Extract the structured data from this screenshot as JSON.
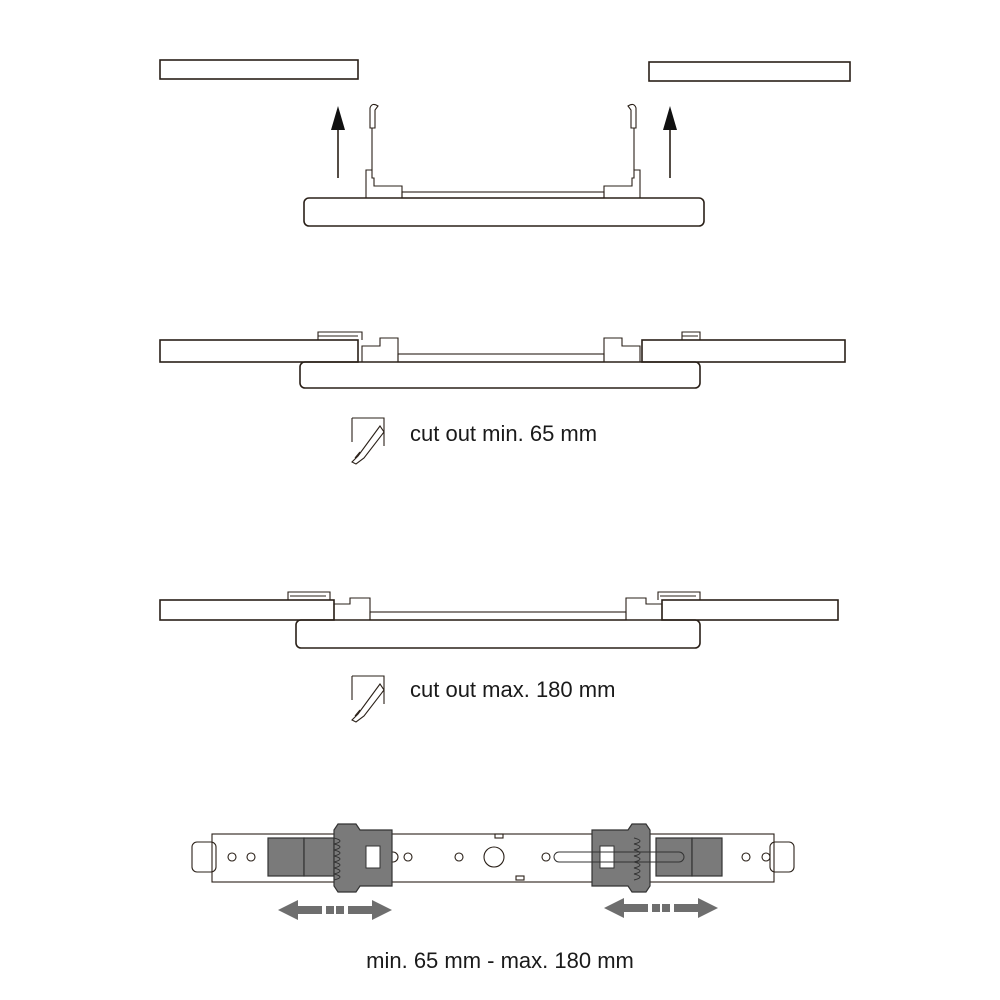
{
  "labels": {
    "step2_caption": "cut out min. 65 mm",
    "step3_caption": "cut out max. 180 mm",
    "step4_caption": "min. 65 mm - max. 180 mm"
  },
  "icons": [
    "saw-cutout-icon",
    "arrow-up-icon",
    "double-arrow-icon"
  ]
}
